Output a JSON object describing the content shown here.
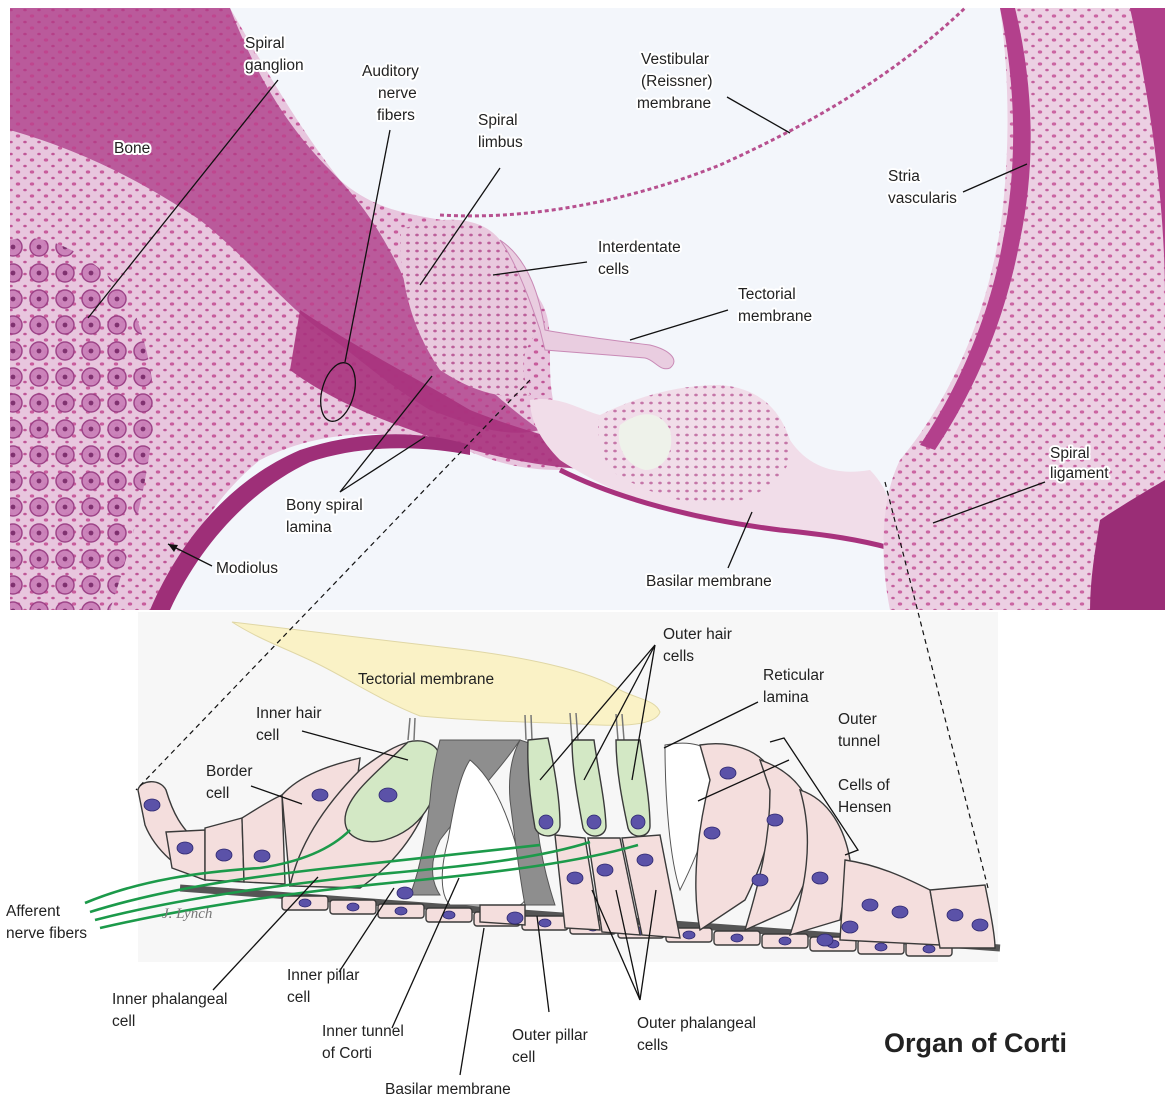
{
  "micrograph_labels": {
    "spiral_ganglion": [
      "Spiral",
      "ganglion"
    ],
    "bone": [
      "Bone"
    ],
    "auditory_nerve_fibers": [
      "Auditory",
      "nerve",
      "fibers"
    ],
    "spiral_limbus": [
      "Spiral",
      "limbus"
    ],
    "vestibular_membrane": [
      "Vestibular",
      "(Reissner)",
      "membrane"
    ],
    "stria_vascularis": [
      "Stria",
      "vascularis"
    ],
    "interdentate_cells": [
      "Interdentate",
      "cells"
    ],
    "tectorial_membrane": [
      "Tectorial",
      "membrane"
    ],
    "spiral_ligament": [
      "Spiral",
      "ligament"
    ],
    "bony_spiral_lamina": [
      "Bony spiral",
      "lamina"
    ],
    "modiolus": [
      "Modiolus"
    ],
    "basilar_membrane": [
      "Basilar membrane"
    ]
  },
  "diagram_labels": {
    "tectorial_membrane": [
      "Tectorial membrane"
    ],
    "outer_hair_cells": [
      "Outer hair",
      "cells"
    ],
    "reticular_lamina": [
      "Reticular",
      "lamina"
    ],
    "inner_hair_cell": [
      "Inner hair",
      "cell"
    ],
    "outer_tunnel": [
      "Outer",
      "tunnel"
    ],
    "border_cell": [
      "Border",
      "cell"
    ],
    "cells_of_hensen": [
      "Cells of",
      "Hensen"
    ],
    "afferent_nerve_fibers": [
      "Afferent",
      "nerve fibers"
    ],
    "inner_pillar_cell": [
      "Inner pillar",
      "cell"
    ],
    "inner_phalangeal_cell": [
      "Inner phalangeal",
      "cell"
    ],
    "inner_tunnel_of_corti": [
      "Inner tunnel",
      "of Corti"
    ],
    "outer_pillar_cell": [
      "Outer pillar",
      "cell"
    ],
    "outer_phalangeal_cells": [
      "Outer phalangeal",
      "cells"
    ],
    "basilar_membrane": [
      "Basilar membrane"
    ]
  },
  "signature": "J. Lynch",
  "title": "Organ of Corti",
  "colors": {
    "tissue_dark": "#b2468f",
    "tissue_light": "#e6c4dc",
    "background_space": "#f3f6fb",
    "diagram_background": "#f7f7f7",
    "cell_fill": "#f4dedd",
    "nucleus": "#5b52a8",
    "hair_cell": "#d3e8c5",
    "tectorial": "#faf2c6",
    "nerve_fiber": "#1c9a4a"
  }
}
